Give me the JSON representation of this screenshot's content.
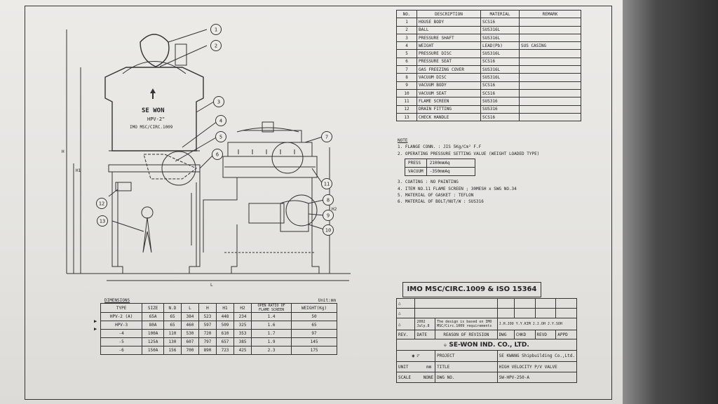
{
  "parts_table": {
    "headers": [
      "NO.",
      "DESCRIPTION",
      "MATERIAL",
      "REMARK"
    ],
    "rows": [
      [
        "1",
        "HOUSE BODY",
        "SCS16",
        ""
      ],
      [
        "2",
        "BALL",
        "SUS316L",
        ""
      ],
      [
        "3",
        "PRESSURE SHAFT",
        "SUS316L",
        ""
      ],
      [
        "4",
        "WEIGHT",
        "LEAD(Pb)",
        "SUS CASING"
      ],
      [
        "5",
        "PRESSURE DISC",
        "SUS316L",
        ""
      ],
      [
        "6",
        "PRESSURE SEAT",
        "SCS16",
        ""
      ],
      [
        "7",
        "GAS FREEZING COVER",
        "SUS316L",
        ""
      ],
      [
        "8",
        "VACUUM DISC",
        "SUS316L",
        ""
      ],
      [
        "9",
        "VACUUM BODY",
        "SCS16",
        ""
      ],
      [
        "10",
        "VACUUM SEAT",
        "SCS16",
        ""
      ],
      [
        "11",
        "FLAME SCREEN",
        "SUS316",
        ""
      ],
      [
        "12",
        "DRAIN FITTING",
        "SUS316",
        ""
      ],
      [
        "13",
        "CHECK HANDLE",
        "SCS16",
        ""
      ]
    ]
  },
  "notes": {
    "title": "NOTE",
    "n1": "1. FLANGE CONN. : JIS 5Kg/Cm² F.F",
    "n2": "2. OPERATING PRESSURE SETTING VALUE (WEIGHT LOADED TYPE)",
    "press_label": "PRESS",
    "press_value": "2100mmAq",
    "vacuum_label": "VACUUM",
    "vacuum_value": "-350mmAq",
    "n3": "3. COATING : NO PAINTING",
    "n4": "4. ITEM NO.11 FLAME SCREEN ; 30MESH x SWG NO.34",
    "n5": "5. MATERIAL OF GASKET : TEFLON",
    "n6": "6. MATERIAL OF BOLT/NUT/W : SUS316"
  },
  "imo_title": "IMO MSC/CIRC.1009 & ISO 15364",
  "dimensions": {
    "title": "DIMENSIONS",
    "unit": "Unit:mm",
    "headers": [
      "TYPE",
      "SIZE",
      "N.D",
      "L",
      "H",
      "H1",
      "H2",
      "OPEN RATIO OF FLAME SCREEN",
      "WEIGHT(Kg)"
    ],
    "rows": [
      [
        "HPV-2 (A)",
        "65A",
        "65",
        "384",
        "523",
        "448",
        "234",
        "1.4",
        "50"
      ],
      [
        "HPV-3",
        "80A",
        "65",
        "460",
        "597",
        "509",
        "325",
        "1.6",
        "65"
      ],
      [
        "-4",
        "100A",
        "110",
        "530",
        "720",
        "610",
        "353",
        "1.7",
        "97"
      ],
      [
        "-5",
        "125A",
        "130",
        "607",
        "797",
        "657",
        "385",
        "1.9",
        "145"
      ],
      [
        "-6",
        "150A",
        "156",
        "700",
        "890",
        "723",
        "425",
        "2.3",
        "175"
      ]
    ]
  },
  "title_block": {
    "rev_date": "2002 July.8",
    "rev_reason": "The design is based on IMO MSC/Circ.1009 requirements",
    "rev_signoff": "J.H.JOO  Y.Y.KIM  J.J.OH  J.Y.SOH",
    "rev_label": "REV.",
    "date_label": "DATE",
    "reason_label": "REASON OF REVISION",
    "dwg_label": "DWG",
    "chkd_label": "CHKD",
    "revd_label": "REVD",
    "appd_label": "APPD",
    "company": "SE-WON IND. CO., LTD.",
    "project_label": "PROJECT",
    "project_value": "SE KWANG Shipbuilding Co.,Ltd.",
    "unit_label": "UNIT",
    "unit_value": "mm",
    "title_label": "TITLE",
    "title_value": "HIGH VELOCITY P/V VALVE",
    "scale_label": "SCALE",
    "scale_value": "NONE",
    "dwg_no_label": "DWG NO.",
    "dwg_no_value": "SW-HPV-250-A"
  },
  "drawing": {
    "body_brand": "SE WON",
    "body_model": "HPV-2\"",
    "body_std": "IMO MSC/CIRC.1009",
    "dim_L": "L",
    "dim_H": "H",
    "dim_H1": "H1",
    "dim_H2": "H2",
    "callouts": [
      "1",
      "2",
      "3",
      "4",
      "5",
      "6",
      "7",
      "8",
      "9",
      "10",
      "11",
      "12",
      "13"
    ]
  }
}
